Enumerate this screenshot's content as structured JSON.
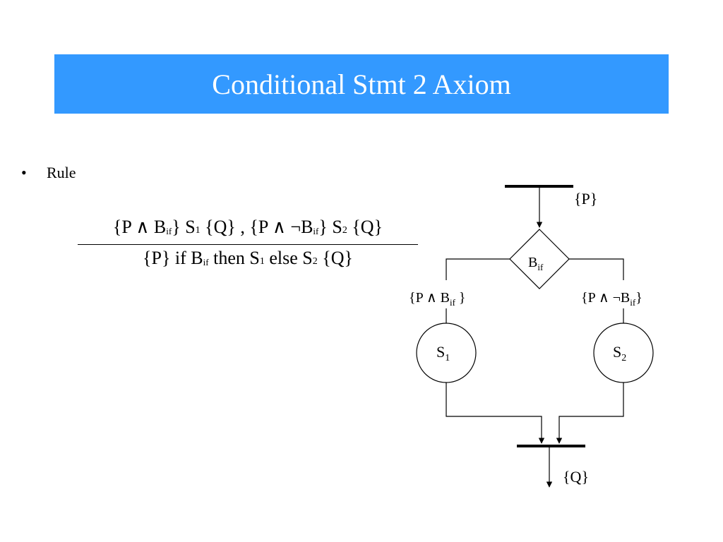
{
  "slide": {
    "title": "Conditional Stmt 2 Axiom",
    "bullet": "•",
    "bullet_label": "Rule"
  },
  "rule": {
    "premise": {
      "left_brace": "{P ∧ B",
      "if1": "if",
      "s1_close": "} S",
      "n1": "1",
      "q1": " {Q} , {P ∧ ¬B",
      "if2": "if",
      "s2_close": "} S",
      "n2": "2",
      "q2": " {Q}"
    },
    "conclusion": {
      "pre": "{P} if  B",
      "if": "if",
      "then": "  then S",
      "n1": "1",
      "else": " else S",
      "n2": "2",
      "post": " {Q}"
    }
  },
  "flowchart": {
    "precondition": "{P}",
    "decision_main": "B",
    "decision_sub": "if",
    "left_branch_main": "{P ∧ B",
    "left_branch_sub": "if",
    "left_branch_close": " }",
    "right_branch_main": "{P ∧ ¬B",
    "right_branch_sub": "if",
    "right_branch_close": "}",
    "s1_main": "S",
    "s1_sub": "1",
    "s2_main": "S",
    "s2_sub": "2",
    "postcondition": "{Q}"
  },
  "colors": {
    "title_bar": "#3399ff",
    "title_text": "#ffffff",
    "ink": "#000000"
  }
}
